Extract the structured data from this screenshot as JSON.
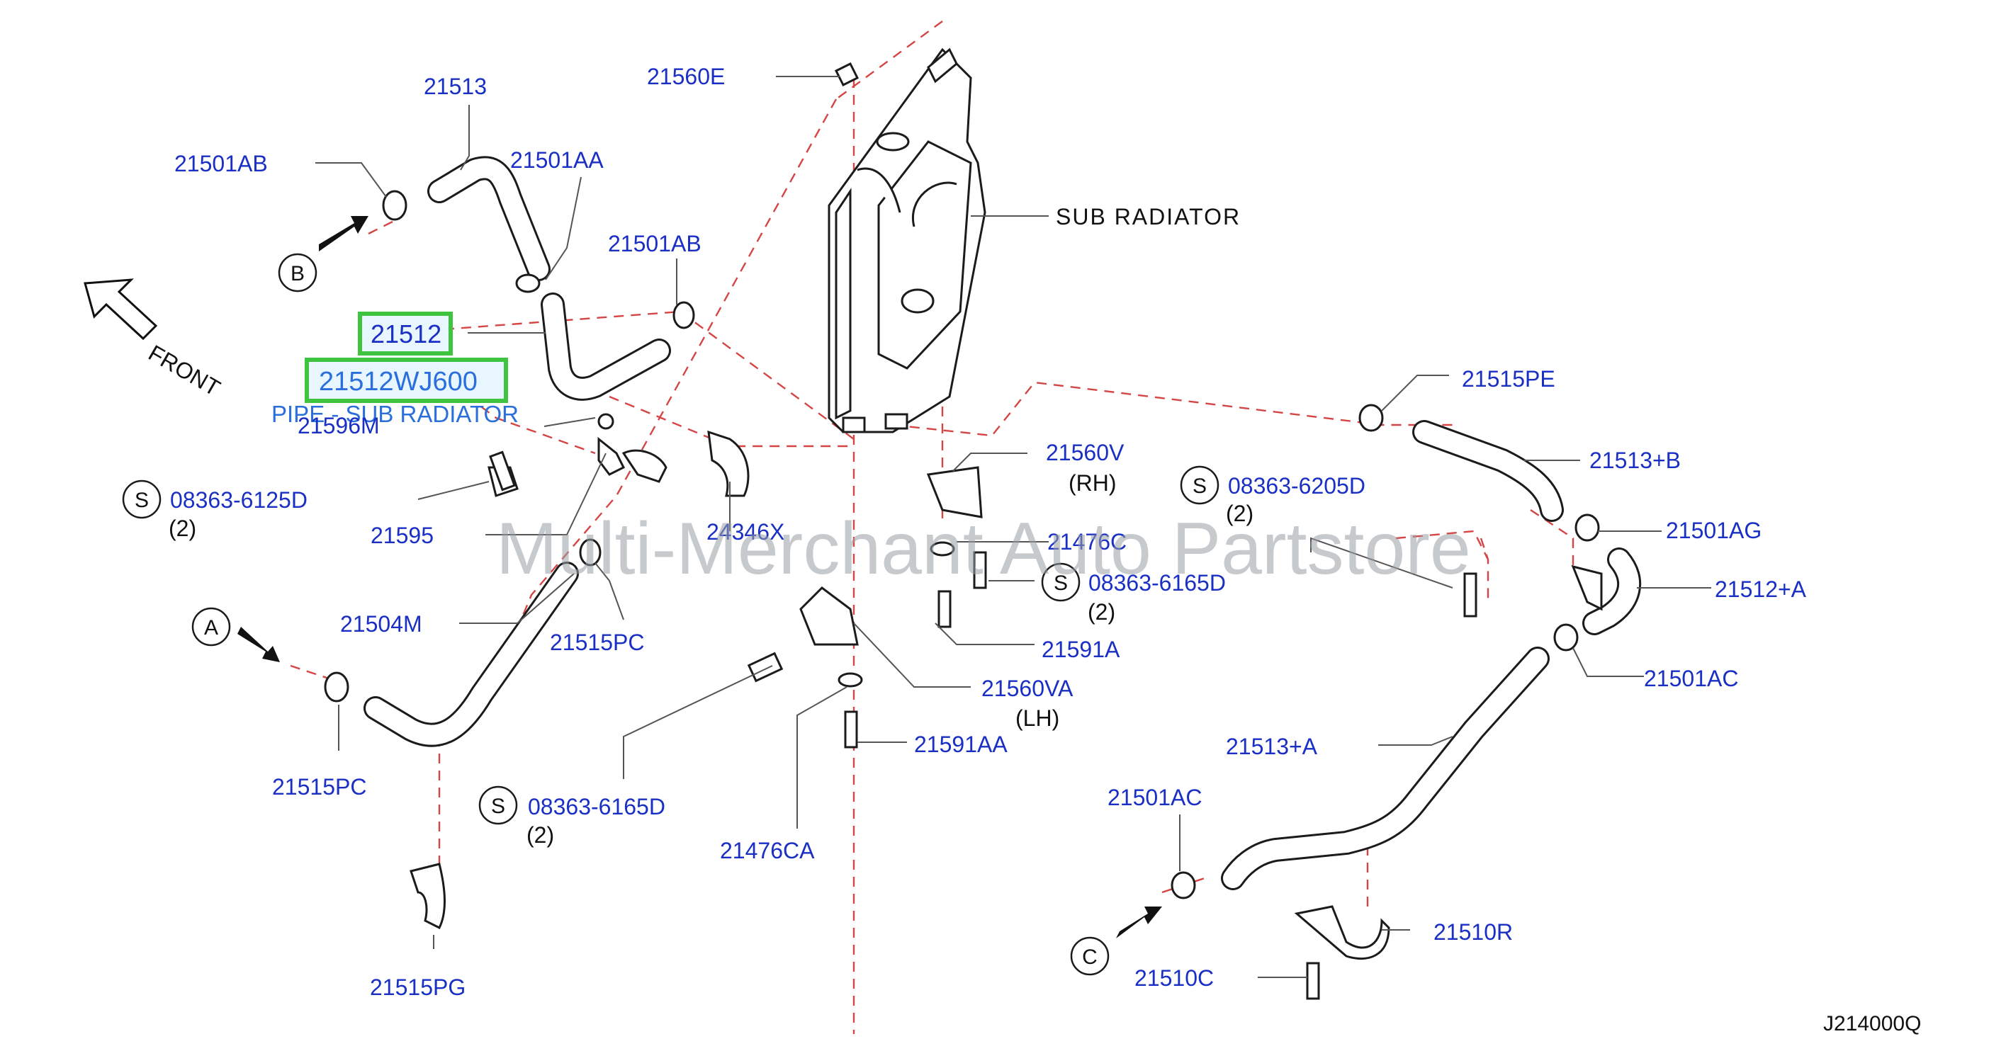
{
  "watermark": "Multi-Merchant Auto Partstore",
  "diagram_code": "J214000Q",
  "front_label": "FRONT",
  "highlight": {
    "part_21512": "21512",
    "part_number": "21512WJ600",
    "caption": "PIPE - SUB RADIATOR"
  },
  "callouts": {
    "A": "A",
    "B": "B",
    "C": "C",
    "S": "S"
  },
  "labels": {
    "p21513": "21513",
    "p21501AB_1": "21501AB",
    "p21501AA": "21501AA",
    "p21501AB_2": "21501AB",
    "p21560E": "21560E",
    "sub_radiator": "SUB RADIATOR",
    "p21596M": "21596M",
    "p08363_6125D": "08363-6125D",
    "qty_6125D": "(2)",
    "p21595": "21595",
    "p24346X": "24346X",
    "p21504M": "21504M",
    "p21515PC_1": "21515PC",
    "p21515PC_2": "21515PC",
    "p21515PG": "21515PG",
    "p21560V": "21560V",
    "rh": "(RH)",
    "p21476C": "21476C",
    "p08363_6165D_1": "08363-6165D",
    "qty_6165D_1": "(2)",
    "p21591A": "21591A",
    "p21560VA": "21560VA",
    "lh": "(LH)",
    "p21591AA": "21591AA",
    "p08363_6165D_2": "08363-6165D",
    "qty_6165D_2": "(2)",
    "p21476CA": "21476CA",
    "p21515PE": "21515PE",
    "p21513B": "21513+B",
    "p08363_6205D": "08363-6205D",
    "qty_6205D": "(2)",
    "p21501AG": "21501AG",
    "p21512A": "21512+A",
    "p21501AC_1": "21501AC",
    "p21513A": "21513+A",
    "p21501AC_2": "21501AC",
    "p21510R": "21510R",
    "p21510C": "21510C"
  }
}
